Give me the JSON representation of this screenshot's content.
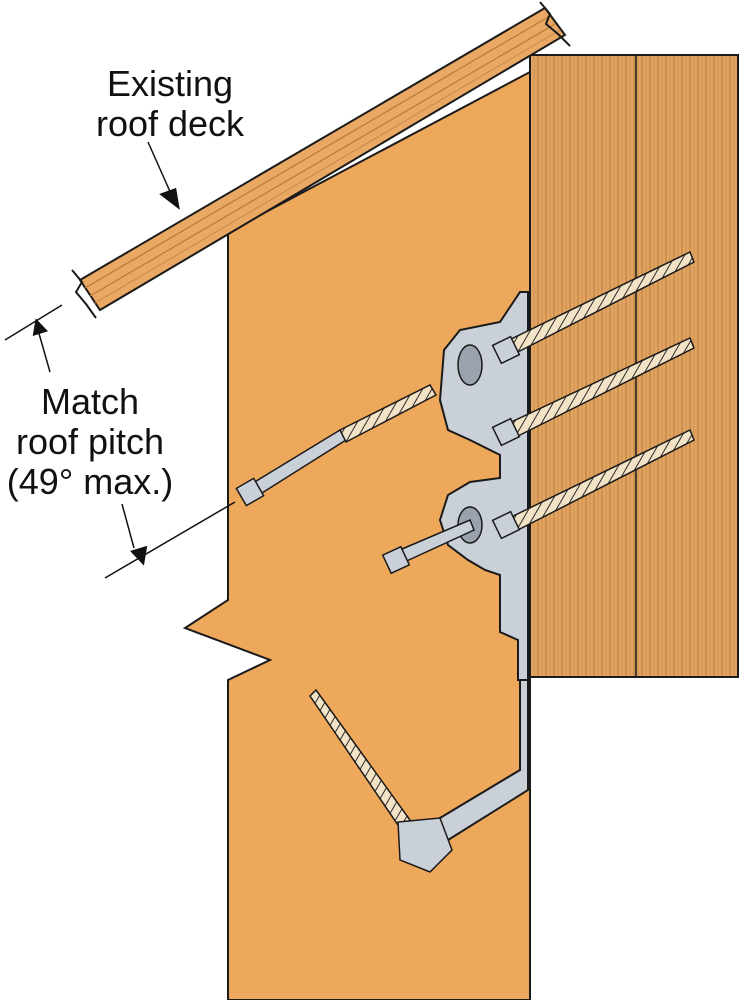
{
  "labels": {
    "roof_deck": [
      "Existing",
      "roof deck"
    ],
    "pitch": [
      "Match",
      "roof pitch",
      "(49° max.)"
    ]
  },
  "colors": {
    "rafter_wood": "#EDA85C",
    "deck_wood": "#E9A864",
    "ledger_wood": "#E2A461",
    "ledger_grain": "#B87A3A",
    "outline": "#1A1A1A",
    "steel": "#C9D0D8",
    "steel_dark": "#9AA3AD",
    "screw_shank": "#F3E3C6",
    "dim_line": "#111111"
  },
  "icons": {
    "screws": "structural-screw-icon",
    "bracket": "angle-bracket-icon"
  }
}
